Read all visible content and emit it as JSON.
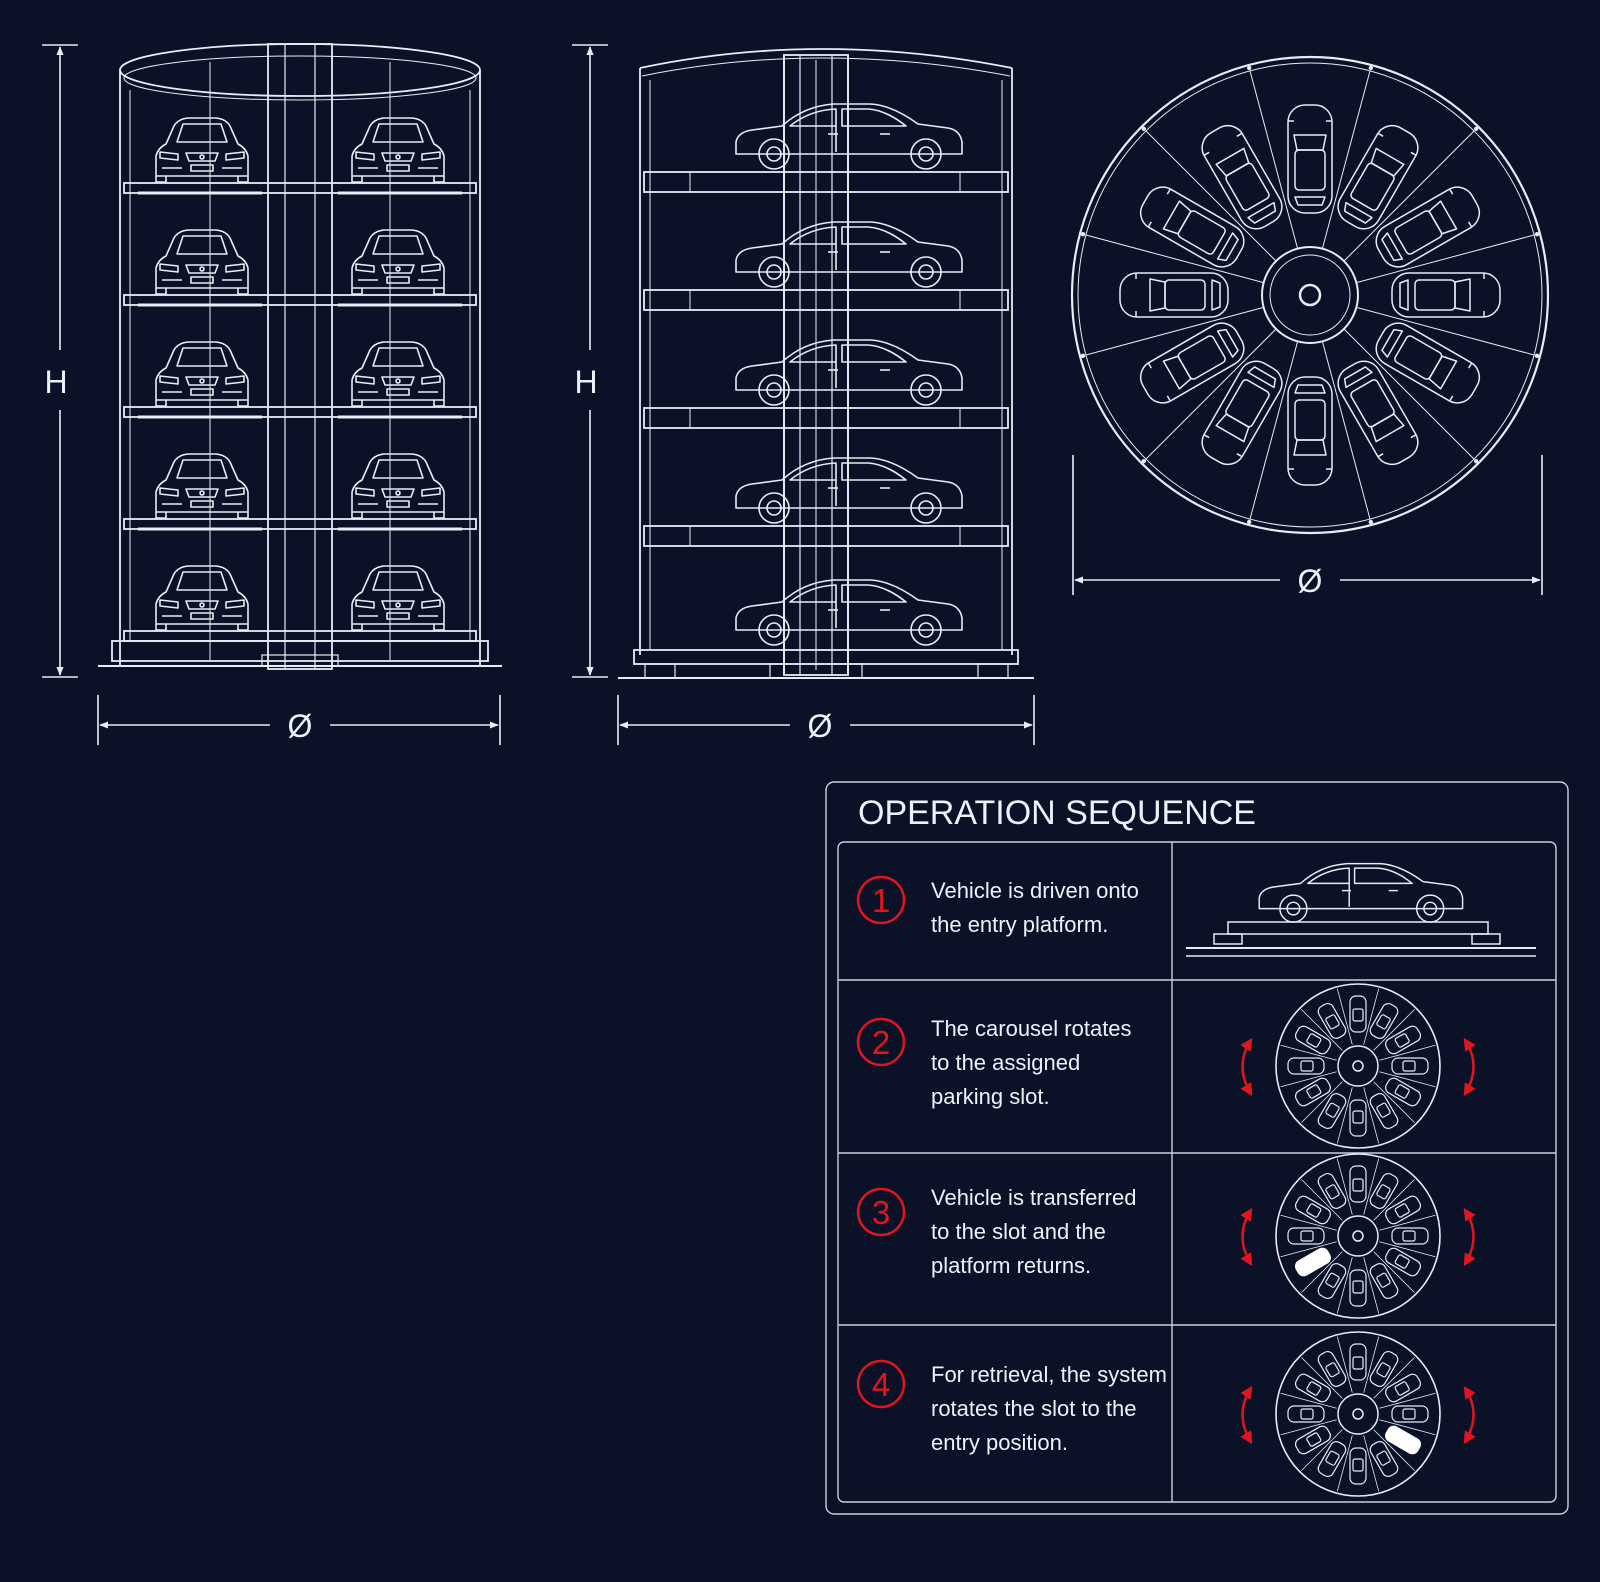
{
  "colors": {
    "background": "#0b1228",
    "line": "#e8ecf4",
    "accent": "#e0151f"
  },
  "dimensions": {
    "height_label": "H",
    "diameter_label": "Ø"
  },
  "front_view": {
    "levels": 5,
    "cars_per_level": 2
  },
  "side_view": {
    "levels": 5
  },
  "plan_view": {
    "slots": 12
  },
  "operation_sequence": {
    "title": "OPERATION SEQUENCE",
    "steps": [
      {
        "number": "1",
        "lines": [
          "Vehicle is driven onto",
          "the entry platform."
        ],
        "illustration": "car-on-platform",
        "highlighted_slot": null
      },
      {
        "number": "2",
        "lines": [
          "The carousel rotates",
          "to the assigned",
          "parking slot."
        ],
        "illustration": "carousel-rotating",
        "highlighted_slot": null
      },
      {
        "number": "3",
        "lines": [
          "Vehicle is transferred",
          "to the slot and the",
          "platform returns."
        ],
        "illustration": "carousel-rotating",
        "highlighted_slot": 8
      },
      {
        "number": "4",
        "lines": [
          "For retrieval, the system",
          "rotates the slot to the",
          "entry position."
        ],
        "illustration": "carousel-rotating",
        "highlighted_slot": 4
      }
    ]
  }
}
